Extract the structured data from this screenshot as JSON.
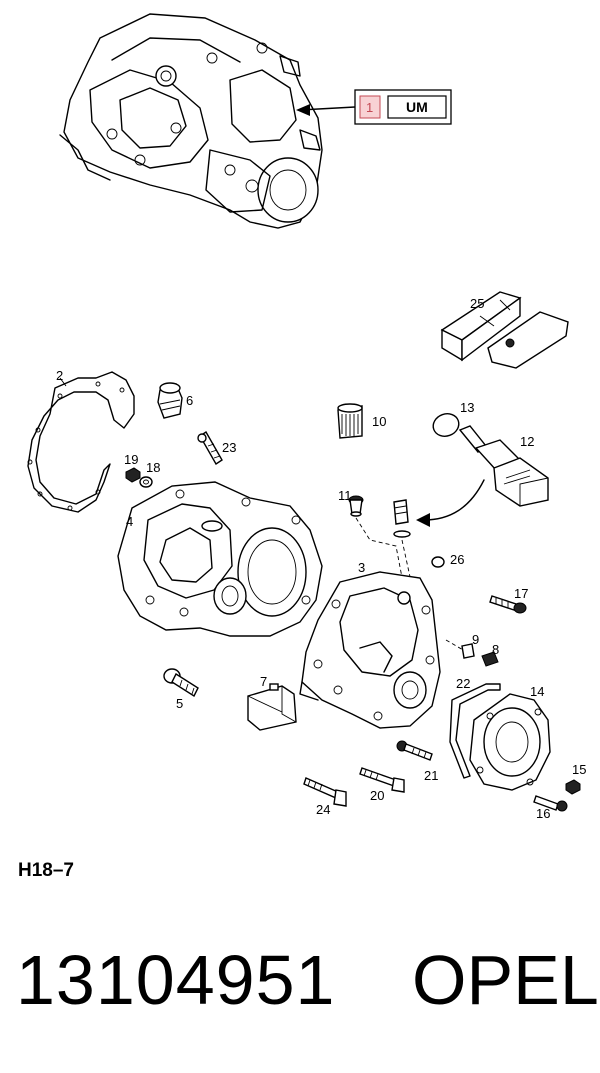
{
  "reference_box": {
    "index": "1",
    "code": "UM"
  },
  "callouts": {
    "c1": "2",
    "c2": "6",
    "c3": "23",
    "c4": "19",
    "c5": "18",
    "c6": "4",
    "c7": "5",
    "c8": "7",
    "c9": "10",
    "c10": "13",
    "c11": "12",
    "c12": "25",
    "c13": "11",
    "c14": "3",
    "c15": "26",
    "c16": "17",
    "c17": "9",
    "c18": "8",
    "c19": "22",
    "c20": "14",
    "c21": "21",
    "c22": "20",
    "c23": "24",
    "c24": "15",
    "c25": "16"
  },
  "sheet_code": "H18–7",
  "part_number": "13104951",
  "brand": "OPEL"
}
